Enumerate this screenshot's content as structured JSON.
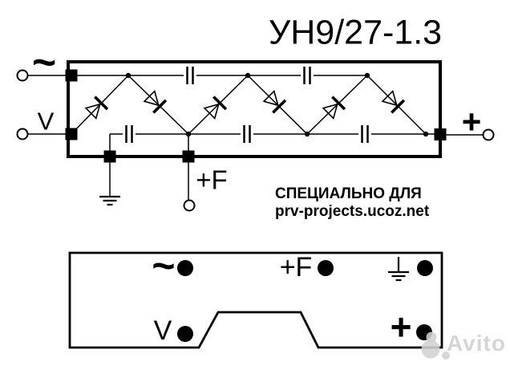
{
  "title": "УН9/27-1.3",
  "schematic": {
    "ac_input_label": "~",
    "v_input_label": "V",
    "f_output_label": "+F",
    "dc_output_label": "+",
    "icons": {
      "ground": "earth-ground-symbol",
      "terminal": "open-circle-terminal",
      "pad": "black-square-solder-pad",
      "diode": "diode-symbol",
      "capacitor": "capacitor-symbol"
    }
  },
  "credit": {
    "line1": "СПЕЦИАЛЬНО ДЛЯ",
    "line2": "prv-projects.ucoz.net"
  },
  "package": {
    "pin_ac_label": "~",
    "pin_f_label": "+F",
    "pin_ground_icon": "earth-ground-symbol",
    "pin_v_label": "V",
    "pin_plus_label": "+"
  },
  "watermark": {
    "text": "Avito"
  },
  "colors": {
    "ink": "#000000",
    "background": "#ffffff",
    "watermark": "#d5d5d5"
  }
}
